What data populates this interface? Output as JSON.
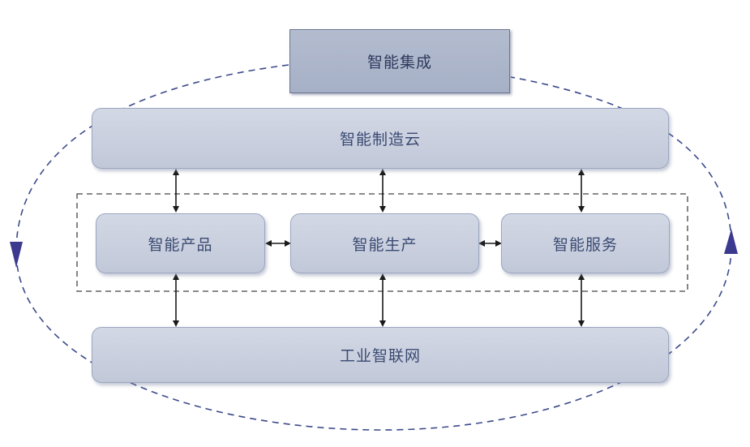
{
  "diagram": {
    "top_box": "智能集成",
    "cloud_box": "智能制造云",
    "products_box": "智能产品",
    "production_box": "智能生产",
    "services_box": "智能服务",
    "network_box": "工业智联网"
  },
  "colors": {
    "box_fill": "#c9cfdd",
    "top_box_fill": "#aeb7cb",
    "text": "#3a4a72",
    "dashed_line": "#3b4a8a",
    "arrow": "#1a1a1a"
  }
}
